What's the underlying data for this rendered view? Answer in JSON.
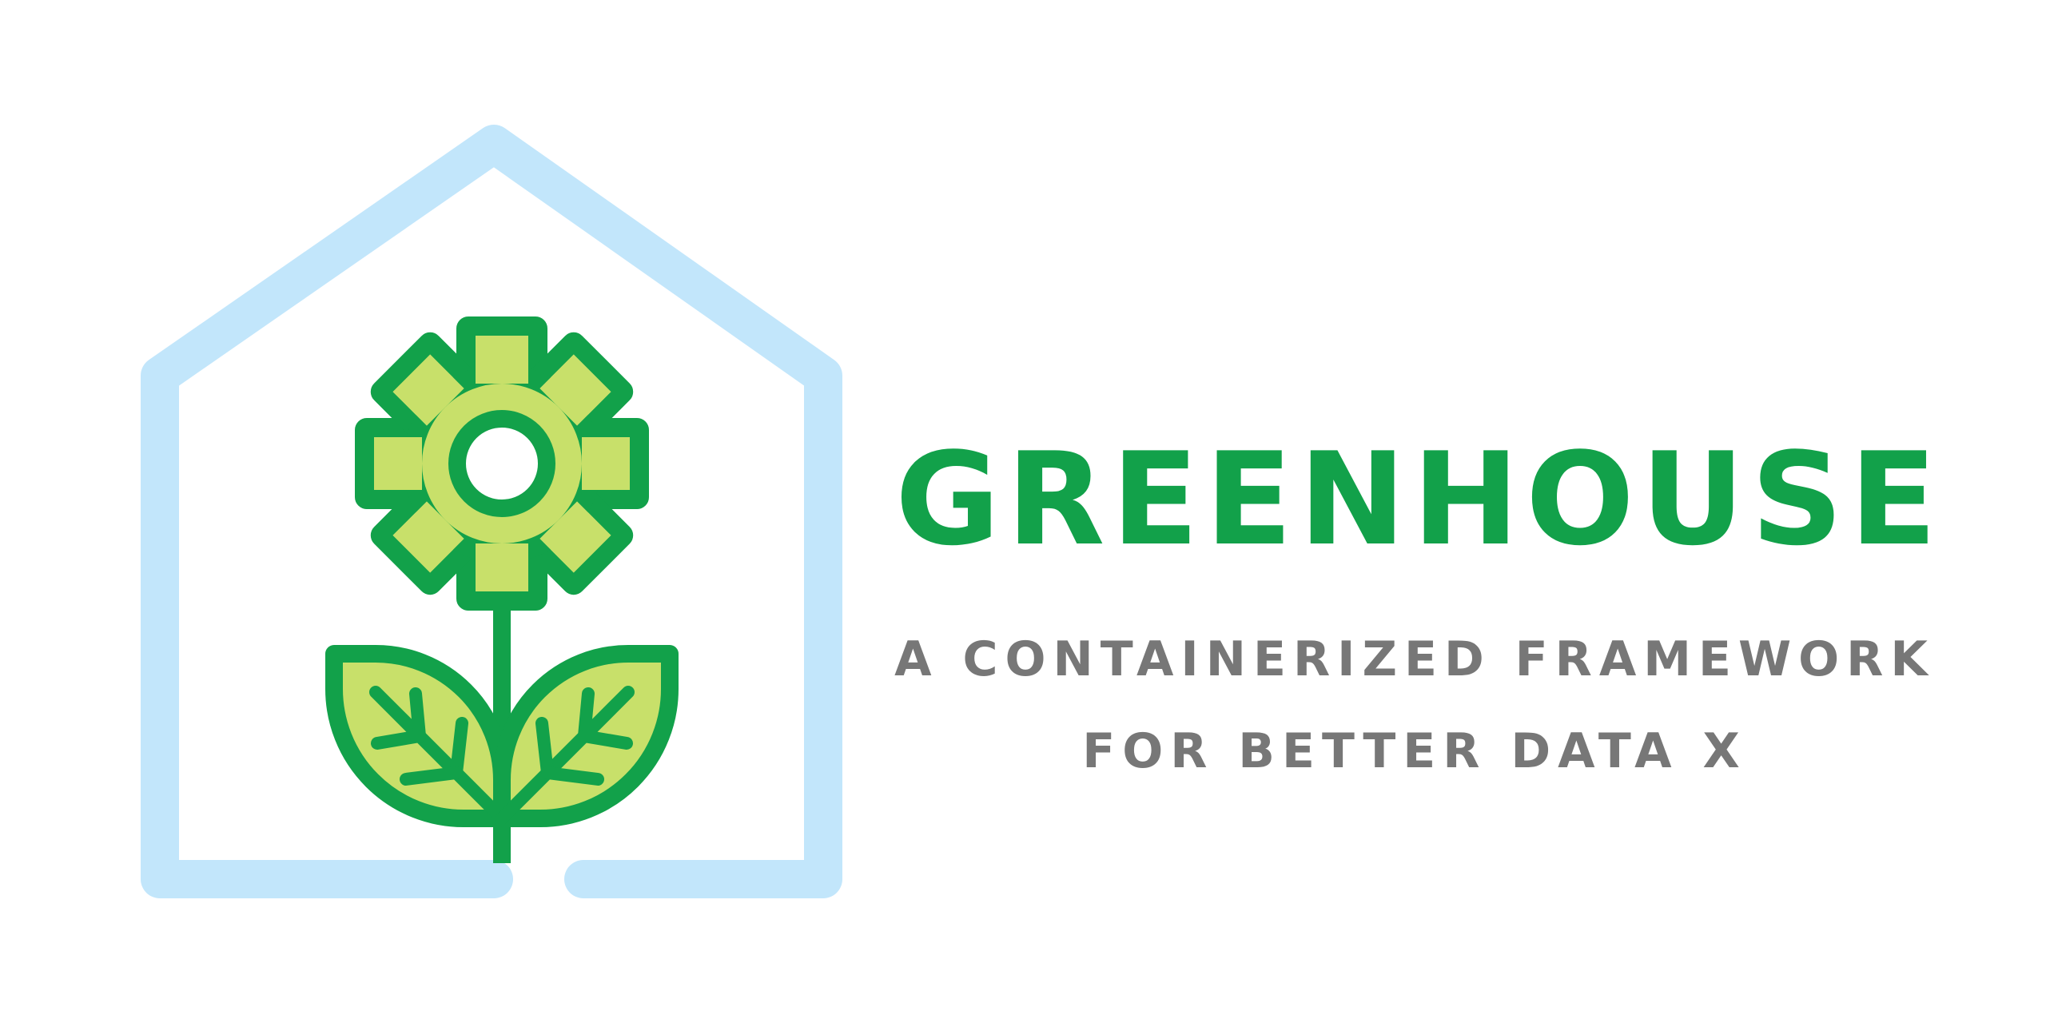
{
  "logo": {
    "title": "GREENHOUSE",
    "tagline_line1": "A CONTAINERIZED FRAMEWORK",
    "tagline_line2": "FOR BETTER DATA X"
  },
  "colors": {
    "house_outline": "#c2e6fb",
    "brand_green": "#12a14a",
    "light_green": "#c8e06a",
    "tagline_gray": "#777777",
    "background": "#ffffff"
  },
  "icons": [
    "house-outline-icon",
    "gear-icon",
    "leaf-icon"
  ]
}
